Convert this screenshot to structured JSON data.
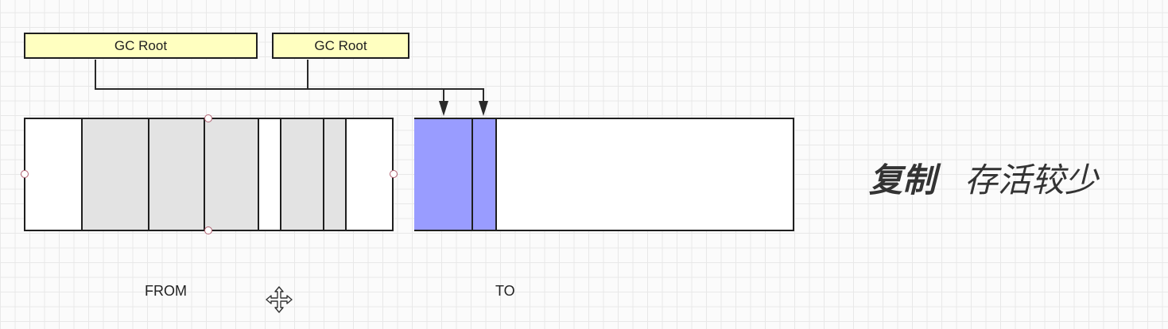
{
  "gc_roots": [
    {
      "label": "GC Root"
    },
    {
      "label": "GC Root"
    }
  ],
  "from_space": {
    "label": "FROM",
    "blocks": [
      "empty",
      "object",
      "object",
      "object",
      "empty",
      "object",
      "object",
      "empty"
    ]
  },
  "to_space": {
    "label": "TO",
    "blocks": [
      "copied-object",
      "copied-object",
      "free"
    ]
  },
  "annotation": {
    "bold_text": "复制",
    "normal_text": "存活较少"
  },
  "colors": {
    "gc_root_fill": "#ffffc0",
    "live_object_fill": "#e3e3e3",
    "copied_object_fill": "#999cff",
    "stroke": "#1f1f1f",
    "grid": "#e8e8e8"
  },
  "icons": {
    "cursor": "move-cursor-icon",
    "handle": "selection-handle"
  }
}
